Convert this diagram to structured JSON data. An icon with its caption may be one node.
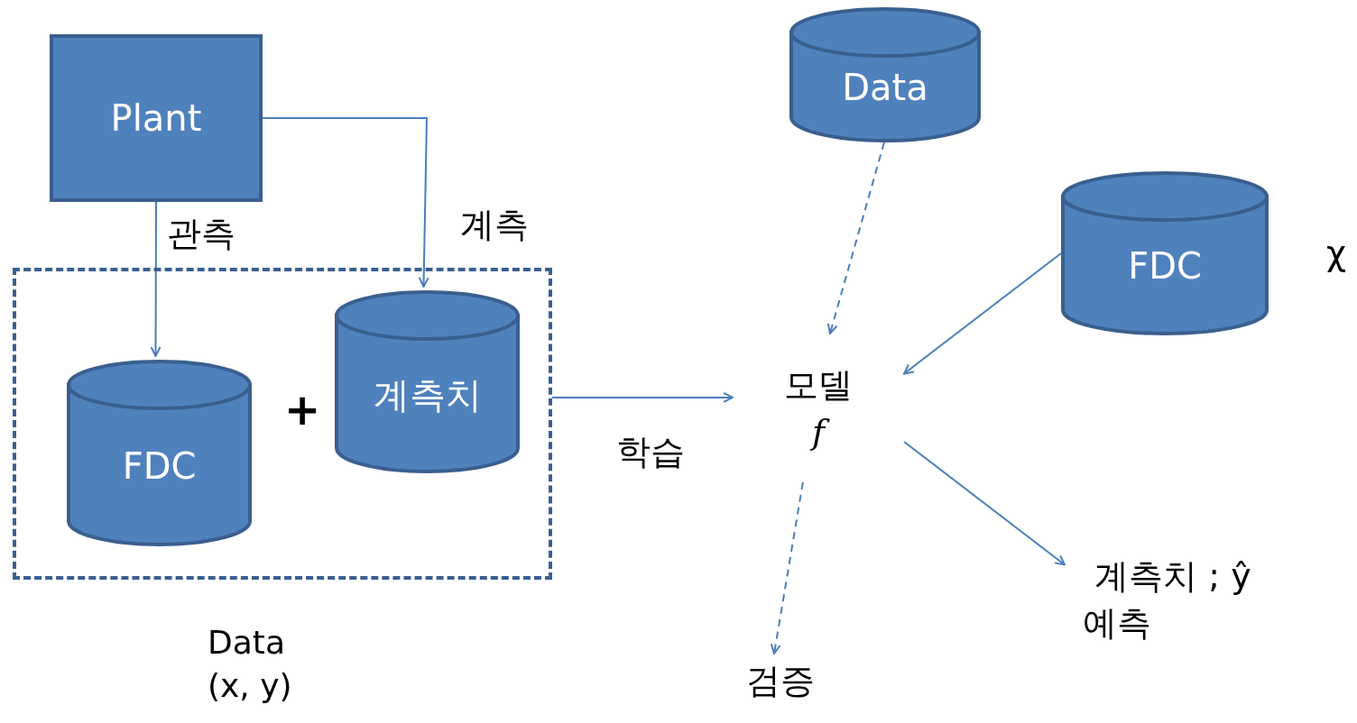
{
  "diagram": {
    "nodes": [
      {
        "text": [
          "Plant"
        ]
      },
      {
        "text": [],
        "shape": "box",
        "beside": [
          "Data (x, y)"
        ]
      },
      {
        "text": [
          "FDC"
        ],
        "in": 1
      },
      {
        "text": [
          "계측치"
        ],
        "in": 1
      },
      {
        "text": [
          "Data"
        ]
      },
      {
        "text": [
          "FDC"
        ]
      },
      {
        "text": [
          "모델",
          "f"
        ]
      },
      {
        "text": [
          "검증"
        ]
      },
      {
        "text": [
          "계측치 ; ŷ",
          "예측"
        ]
      }
    ],
    "edges": [
      {
        "from": 0,
        "to": 2,
        "arrow": "to",
        "label": "관측"
      },
      {
        "from": 0,
        "to": 3,
        "arrow": "to",
        "label": "계측"
      },
      {
        "from": 1,
        "to": 6,
        "arrow": "to",
        "label": "학습"
      },
      {
        "from": 4,
        "to": 6,
        "arrow": "to",
        "style": "dashed"
      },
      {
        "from": 5,
        "to": 6,
        "arrow": "to"
      },
      {
        "from": 6,
        "to": 7,
        "arrow": "to",
        "style": "dashed"
      },
      {
        "from": 6,
        "to": 8,
        "arrow": "to"
      }
    ],
    "labels": [
      "+",
      "χ"
    ]
  }
}
